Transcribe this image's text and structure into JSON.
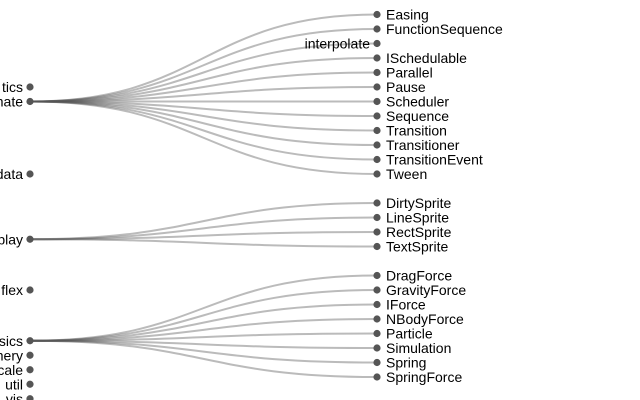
{
  "colors": {
    "link": "#555555",
    "node": "#555555",
    "text": "#000000",
    "background": "#ffffff"
  },
  "tree": {
    "left_nodes": [
      {
        "id": "statistics",
        "label": "tics",
        "row": 5
      },
      {
        "id": "animate",
        "label": "nate",
        "row": 6
      },
      {
        "id": "data",
        "label": "data",
        "row": 11
      },
      {
        "id": "display",
        "label": "play",
        "row": 15.5
      },
      {
        "id": "flex",
        "label": "flex",
        "row": 19
      },
      {
        "id": "physics",
        "label": "sics",
        "row": 22.5
      },
      {
        "id": "query",
        "label": "nery",
        "row": 23.5
      },
      {
        "id": "scale",
        "label": "cale",
        "row": 24.5
      },
      {
        "id": "util",
        "label": "util",
        "row": 25.5
      },
      {
        "id": "vis",
        "label": "vis",
        "row": 26.5
      }
    ],
    "right_nodes": [
      {
        "label": "Easing",
        "parent": "animate",
        "row": 0
      },
      {
        "label": "FunctionSequence",
        "parent": "animate",
        "row": 1
      },
      {
        "label": "interpolate",
        "parent": "animate",
        "row": 2,
        "label_side": "left"
      },
      {
        "label": "ISchedulable",
        "parent": "animate",
        "row": 3
      },
      {
        "label": "Parallel",
        "parent": "animate",
        "row": 4
      },
      {
        "label": "Pause",
        "parent": "animate",
        "row": 5
      },
      {
        "label": "Scheduler",
        "parent": "animate",
        "row": 6
      },
      {
        "label": "Sequence",
        "parent": "animate",
        "row": 7
      },
      {
        "label": "Transition",
        "parent": "animate",
        "row": 8
      },
      {
        "label": "Transitioner",
        "parent": "animate",
        "row": 9
      },
      {
        "label": "TransitionEvent",
        "parent": "animate",
        "row": 10
      },
      {
        "label": "Tween",
        "parent": "animate",
        "row": 11
      },
      {
        "label": "DirtySprite",
        "parent": "display",
        "row": 13
      },
      {
        "label": "LineSprite",
        "parent": "display",
        "row": 14
      },
      {
        "label": "RectSprite",
        "parent": "display",
        "row": 15
      },
      {
        "label": "TextSprite",
        "parent": "display",
        "row": 16
      },
      {
        "label": "DragForce",
        "parent": "physics",
        "row": 18
      },
      {
        "label": "GravityForce",
        "parent": "physics",
        "row": 19
      },
      {
        "label": "IForce",
        "parent": "physics",
        "row": 20
      },
      {
        "label": "NBodyForce",
        "parent": "physics",
        "row": 21
      },
      {
        "label": "Particle",
        "parent": "physics",
        "row": 22
      },
      {
        "label": "Simulation",
        "parent": "physics",
        "row": 23
      },
      {
        "label": "Spring",
        "parent": "physics",
        "row": 24
      },
      {
        "label": "SpringForce",
        "parent": "physics",
        "row": 25
      }
    ]
  }
}
